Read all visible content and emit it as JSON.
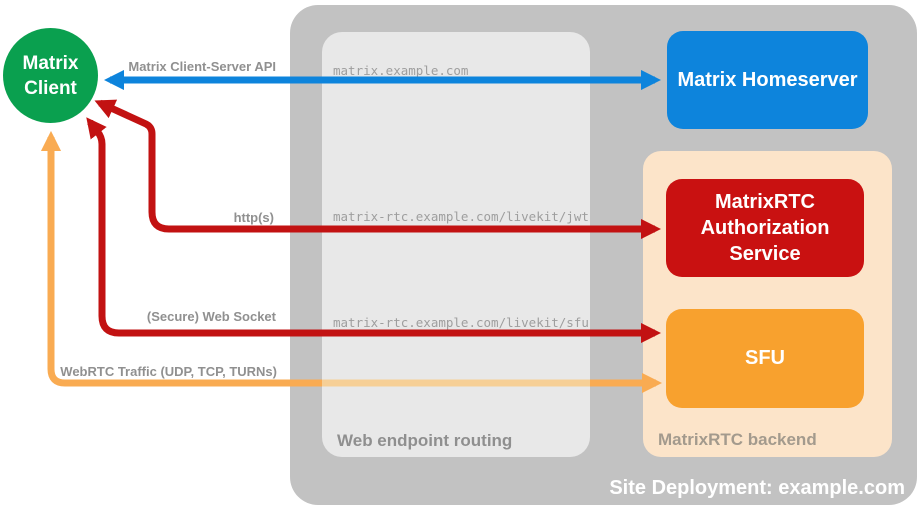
{
  "diagram": {
    "site": {
      "label": "Site Deployment: example.com"
    },
    "routing": {
      "label": "Web endpoint routing",
      "urls": [
        "matrix.example.com",
        "matrix-rtc.example.com/livekit/jwt",
        "matrix-rtc.example.com/livekit/sfu"
      ]
    },
    "backend": {
      "label": "MatrixRTC backend"
    },
    "nodes": {
      "client": {
        "label": "Matrix\nClient"
      },
      "homeserver": {
        "label": "Matrix Homeserver"
      },
      "auth": {
        "label": "MatrixRTC\nAuthorization\nService"
      },
      "sfu": {
        "label": "SFU"
      }
    },
    "edges": [
      {
        "name": "client-server-api",
        "label": "Matrix Client-Server API",
        "color": "#0d84dc",
        "from": "Matrix Client",
        "to": "Matrix Homeserver"
      },
      {
        "name": "https",
        "label": "http(s)",
        "color": "#c21212",
        "from": "Matrix Client",
        "to": "MatrixRTC Authorization Service"
      },
      {
        "name": "websocket",
        "label": "(Secure) Web Socket",
        "color": "#c21212",
        "from": "Matrix Client",
        "to": "SFU"
      },
      {
        "name": "webrtc",
        "label": "WebRTC Traffic (UDP, TCP, TURNs)",
        "color": "#f9ab52",
        "from": "Matrix Client",
        "to": "SFU"
      }
    ],
    "colors": {
      "site_container": "#c2c2c2",
      "routing_box": "#e8e8e8",
      "backend_box": "#fce4c9",
      "client_green": "#0aa04f",
      "homeserver_blue": "#0d84dc",
      "auth_red": "#c91111",
      "sfu_orange": "#f8a12e",
      "arrow_blue": "#0d84dc",
      "arrow_red": "#c21212",
      "arrow_orange": "#f9ab52",
      "arrow_orange_faded": "#f6cf96"
    }
  }
}
